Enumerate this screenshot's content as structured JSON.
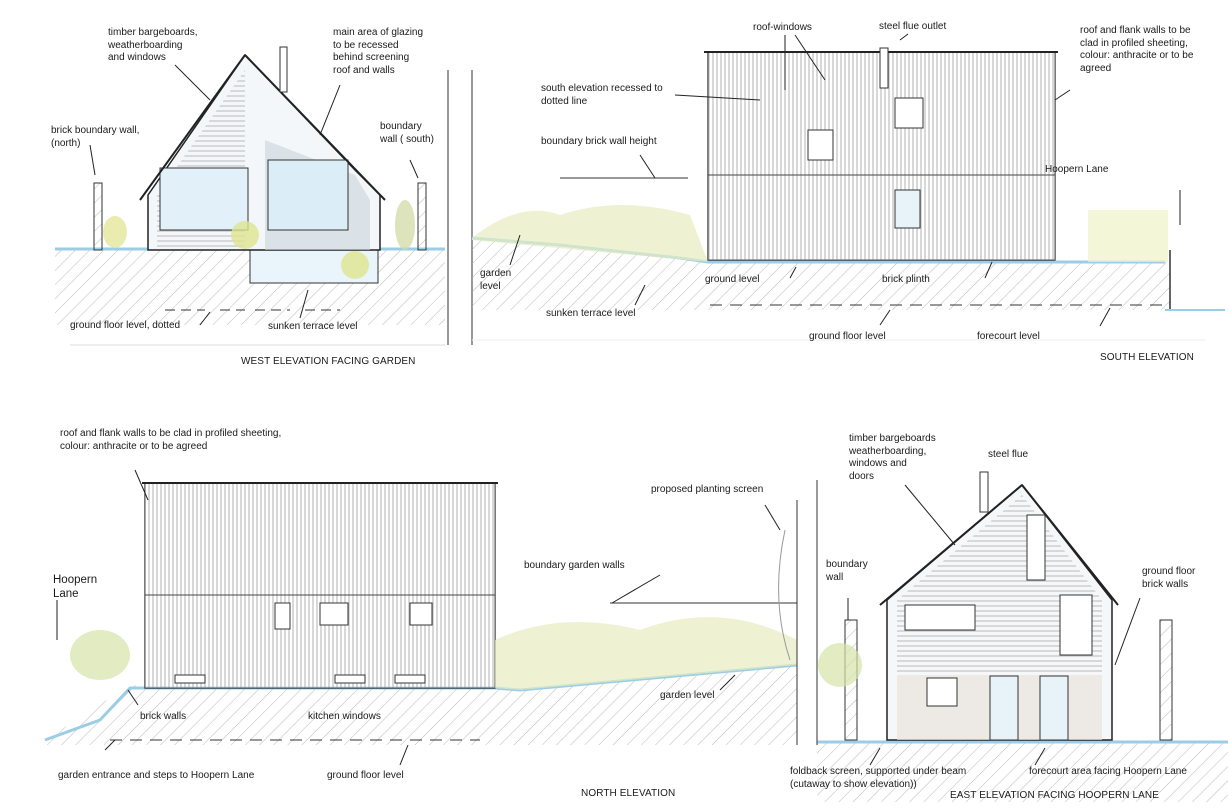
{
  "colors": {
    "ink": "#222222",
    "ground_blue": "#a9d3e8",
    "glass": "#dbeef7",
    "plant": "#e4e79a",
    "hatch": "#9a9a9a"
  },
  "west": {
    "title": "WEST ELEVATION FACING GARDEN",
    "labels": {
      "bargeboards": "timber bargeboards,\nweatherboarding\nand windows",
      "glazing": "main area of glazing\nto be recessed\nbehind screening\nroof and walls",
      "brick_wall_north": "brick boundary wall,\n(north)",
      "wall_south": "boundary\nwall ( south)",
      "ground_floor": "ground floor level, dotted",
      "sunken": "sunken terrace level"
    }
  },
  "south": {
    "title": "SOUTH ELEVATION",
    "labels": {
      "recessed": "south elevation recessed to\ndotted line",
      "boundary_height": "boundary brick wall height",
      "garden_level": "garden\nlevel",
      "sunken": "sunken terrace level",
      "roof_windows": "roof-windows",
      "flue": "steel flue outlet",
      "cladding": "roof and flank walls to be\nclad in profiled sheeting,\ncolour: anthracite or to be\nagreed",
      "lane": "Hoopern Lane",
      "ground_level": "ground level",
      "plinth": "brick plinth",
      "ground_floor": "ground floor level",
      "forecourt": "forecourt level"
    }
  },
  "north": {
    "title": "NORTH ELEVATION",
    "labels": {
      "cladding": "roof and flank walls to be clad in profiled sheeting,\ncolour: anthracite or to be agreed",
      "lane": "Hoopern\nLane",
      "garden_walls": "boundary garden walls",
      "planting": "proposed planting screen",
      "garden_level": "garden level",
      "brick_walls": "brick walls",
      "kitchen": "kitchen windows",
      "entrance": "garden entrance and steps to Hoopern Lane",
      "ground_floor": "ground floor level"
    }
  },
  "east": {
    "title": "EAST ELEVATION FACING  HOOPERN LANE",
    "labels": {
      "bargeboards": "timber bargeboards\nweatherboarding,\nwindows and\ndoors",
      "flue": "steel flue",
      "boundary": "boundary\nwall",
      "brick_walls": "ground floor\nbrick walls",
      "screen": "foldback screen, supported under beam\n(cutaway to show elevation))",
      "forecourt": "forecourt area facing Hoopern Lane"
    }
  }
}
